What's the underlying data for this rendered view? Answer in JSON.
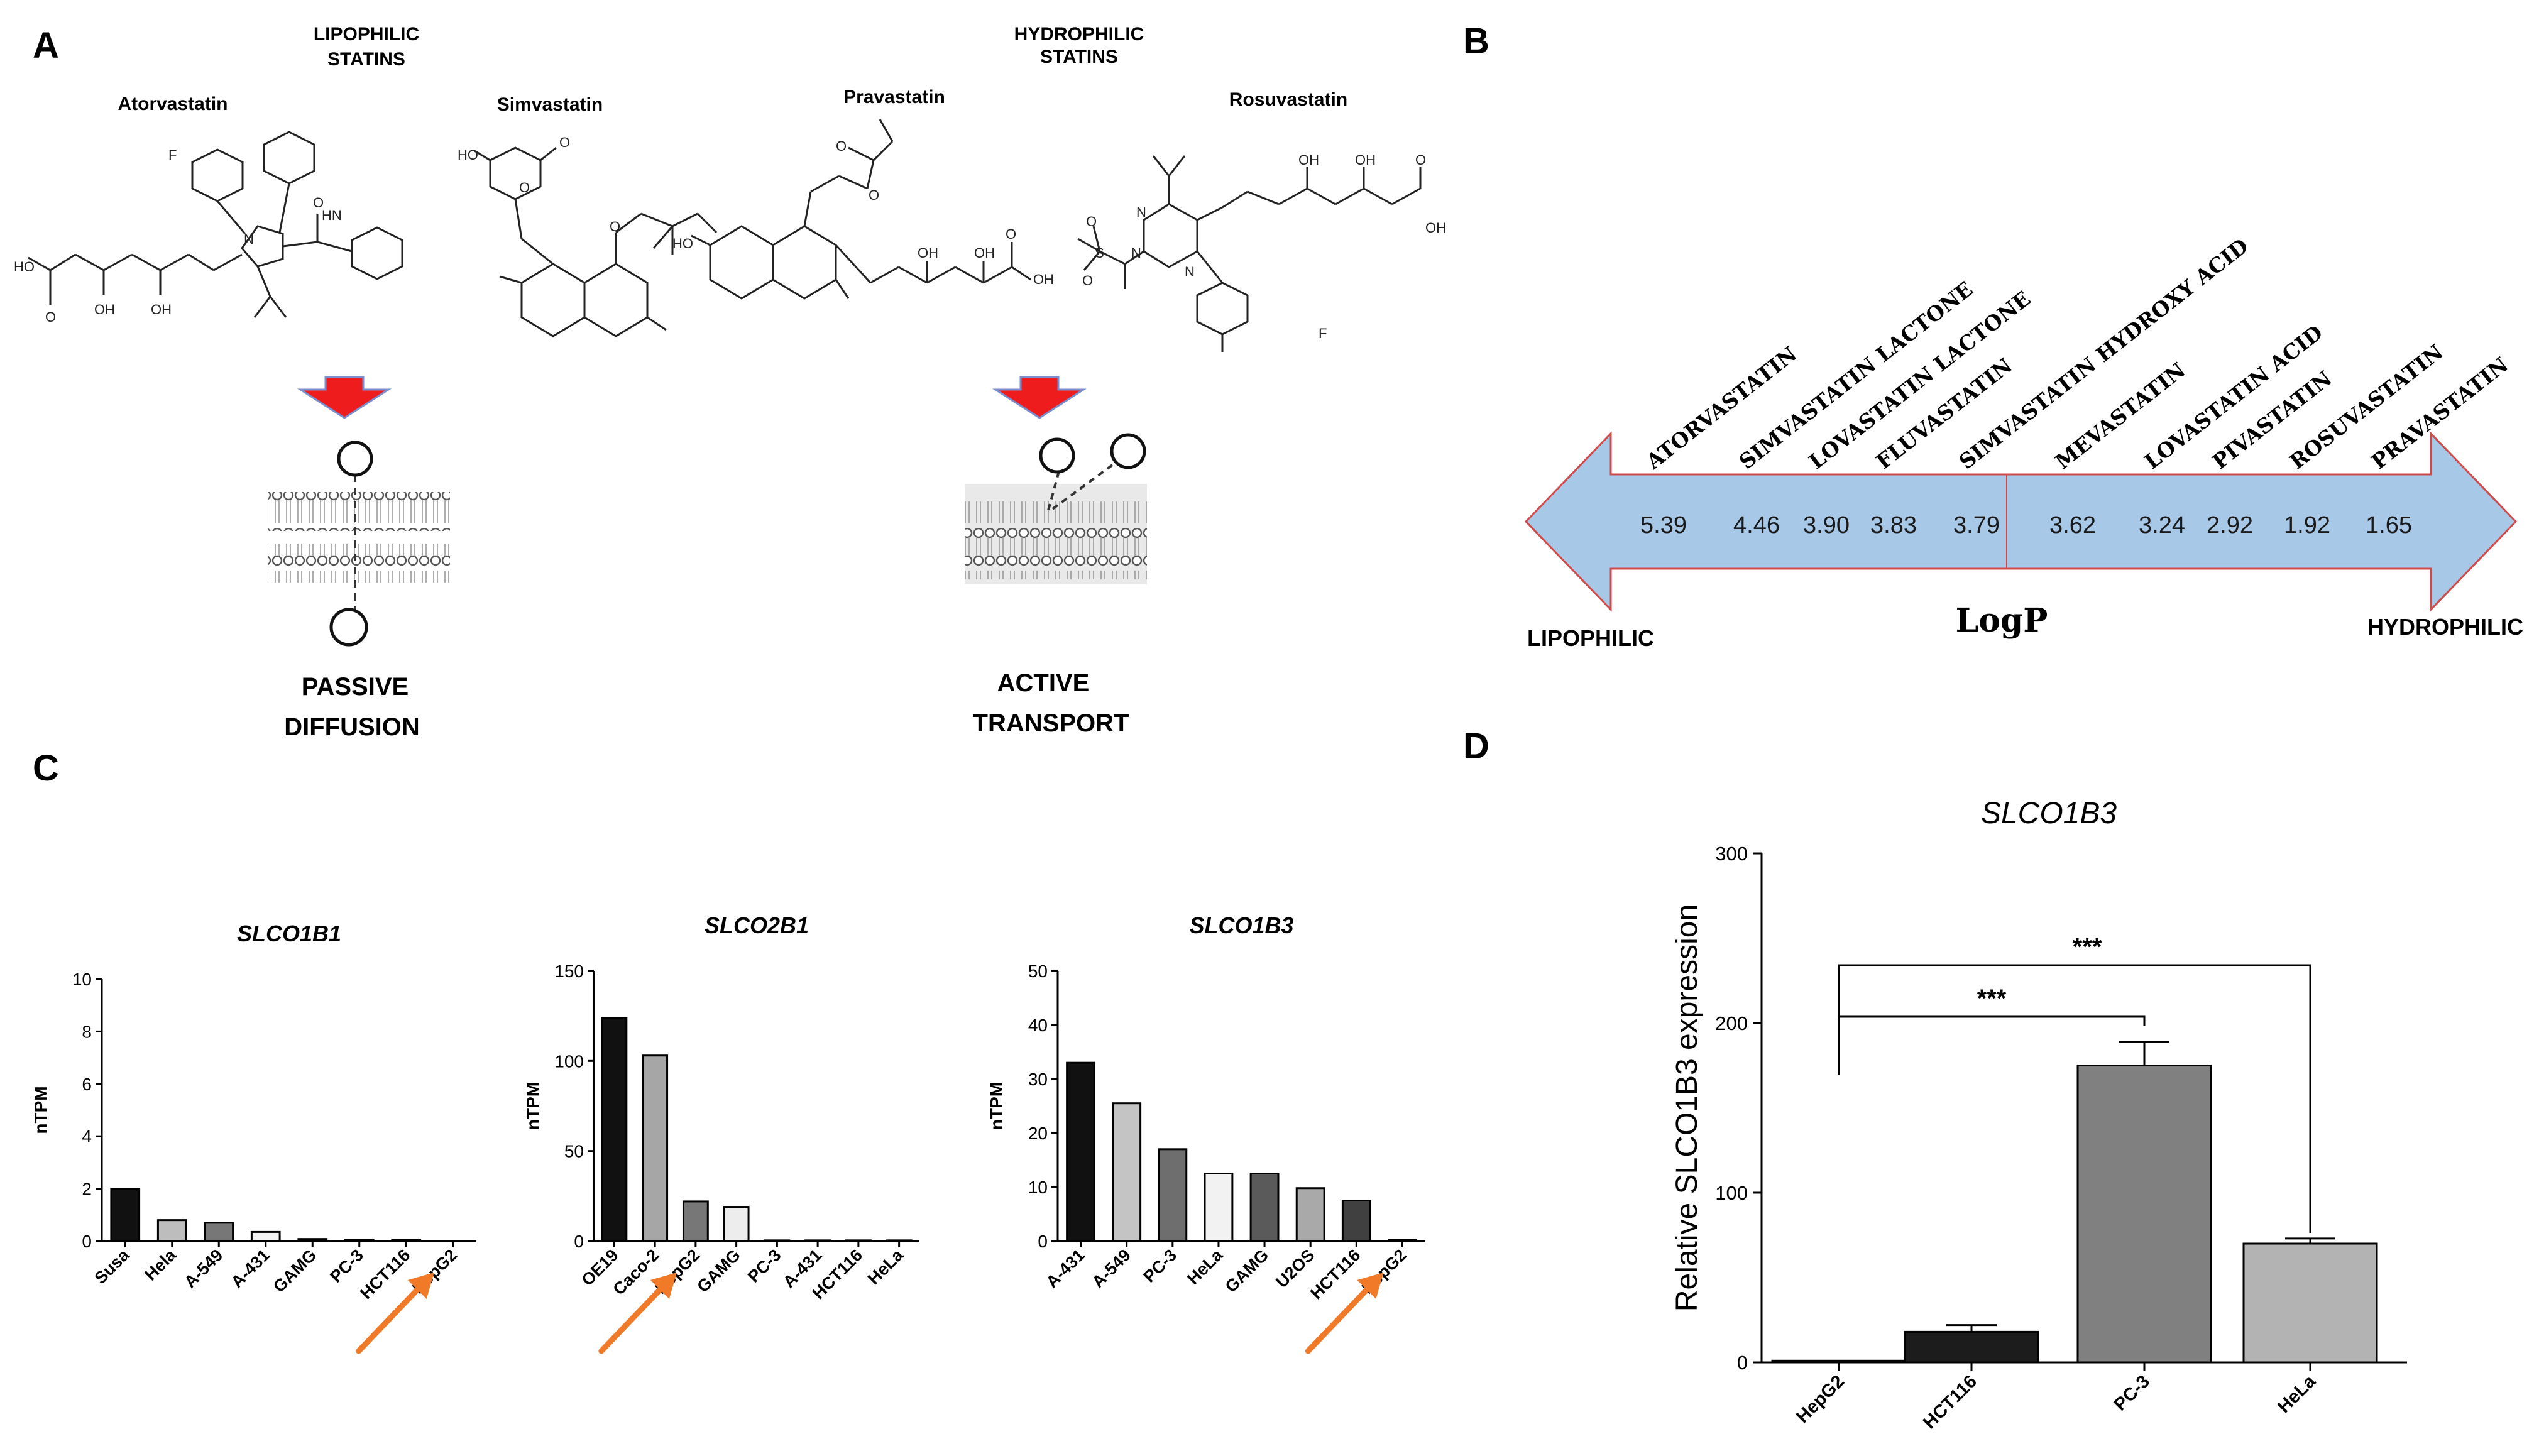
{
  "panels": {
    "a": "A",
    "b": "B",
    "c": "C",
    "d": "D"
  },
  "panel_a": {
    "lipophilic_header": [
      "LIPOPHILIC",
      "STATINS"
    ],
    "hydrophilic_header": [
      "HYDROPHILIC",
      "STATINS"
    ],
    "molecules": [
      {
        "name": "Atorvastatin"
      },
      {
        "name": "Simvastatin"
      },
      {
        "name": "Pravastatin"
      },
      {
        "name": "Rosuvastatin"
      }
    ],
    "atom_labels": {
      "atorva": [
        "F",
        "HN",
        "HO",
        "O",
        "OH",
        "OH",
        "N",
        "O"
      ],
      "simva": [
        "HO",
        "O",
        "O",
        "O"
      ],
      "prava": [
        "O",
        "O",
        "HO",
        "OH",
        "OH",
        "OH",
        "O"
      ],
      "rosuva": [
        "OH",
        "OH",
        "OH",
        "O",
        "N",
        "N",
        "N",
        "O",
        "S",
        "O",
        "F"
      ]
    },
    "mechanisms": [
      {
        "line1": "PASSIVE",
        "line2": "DIFFUSION"
      },
      {
        "line1": "ACTIVE",
        "line2": "TRANSPORT"
      }
    ],
    "arrow_color": "#ee1c1c"
  },
  "panel_b": {
    "axis_label": "LogP",
    "left_label": "LIPOPHILIC",
    "right_label": "HYDROPHILIC",
    "arrow_fill": "#a8c8e8",
    "arrow_stroke": "#d04a4a",
    "items": [
      {
        "name": "ATORVASTATIN",
        "logp": "5.39"
      },
      {
        "name": "SIMVASTATIN LACTONE",
        "logp": "4.46"
      },
      {
        "name": "LOVASTATIN LACTONE",
        "logp": "3.90"
      },
      {
        "name": "FLUVASTATIN",
        "logp": "3.83"
      },
      {
        "name": "SIMVASTATIN HYDROXY ACID",
        "logp": "3.79"
      },
      {
        "name": "MEVASTATIN",
        "logp": "3.62"
      },
      {
        "name": "LOVASTATIN ACID",
        "logp": "3.24"
      },
      {
        "name": "PIVASTATIN",
        "logp": "2.92"
      },
      {
        "name": "ROSUVASTATIN",
        "logp": "1.92"
      },
      {
        "name": "PRAVASTATIN",
        "logp": "1.65"
      }
    ]
  },
  "chart_data": [
    {
      "type": "bar",
      "title": "SLCO1B1",
      "ylabel": "nTPM",
      "xlabel": "",
      "ylim": [
        0,
        10
      ],
      "yticks": [
        0,
        2,
        4,
        6,
        8,
        10
      ],
      "categories": [
        "Susa",
        "Hela",
        "A-549",
        "A-431",
        "GAMG",
        "PC-3",
        "HCT116",
        "HepG2"
      ],
      "values": [
        2.0,
        0.8,
        0.7,
        0.35,
        0.08,
        0.05,
        0.05,
        0.0
      ],
      "colors": [
        "#111111",
        "#bdbdbd",
        "#777777",
        "#f2f2f2",
        "#555555",
        "#cccccc",
        "#333333",
        "#ffffff"
      ],
      "highlight_category": "HepG2",
      "highlight_color": "#f07a28"
    },
    {
      "type": "bar",
      "title": "SLCO2B1",
      "ylabel": "nTPM",
      "xlabel": "",
      "ylim": [
        0,
        150
      ],
      "yticks": [
        0,
        50,
        100,
        150
      ],
      "categories": [
        "OE19",
        "Caco-2",
        "HepG2",
        "GAMG",
        "PC-3",
        "A-431",
        "HCT116",
        "HeLa"
      ],
      "values": [
        124,
        103,
        22,
        19,
        0.4,
        0.4,
        0.4,
        0.4
      ],
      "colors": [
        "#111111",
        "#a6a6a6",
        "#777777",
        "#ededed",
        "#555555",
        "#cccccc",
        "#333333",
        "#ffffff"
      ],
      "highlight_category": "HepG2",
      "highlight_color": "#f07a28"
    },
    {
      "type": "bar",
      "title": "SLCO1B3",
      "ylabel": "nTPM",
      "xlabel": "",
      "ylim": [
        0,
        50
      ],
      "yticks": [
        0,
        10,
        20,
        30,
        40,
        50
      ],
      "categories": [
        "A-431",
        "A-549",
        "PC-3",
        "HeLa",
        "GAMG",
        "U2OS",
        "HCT116",
        "HepG2"
      ],
      "values": [
        33,
        25.5,
        17,
        12.5,
        12.5,
        9.8,
        7.5,
        0.2
      ],
      "colors": [
        "#111111",
        "#c4c4c4",
        "#6e6e6e",
        "#f2f2f2",
        "#5a5a5a",
        "#a9a9a9",
        "#404040",
        "#ffffff"
      ],
      "highlight_category": "HepG2",
      "highlight_color": "#f07a28"
    },
    {
      "type": "bar",
      "title": "SLCO1B3",
      "ylabel": "Relative SLCO1B3 expression",
      "xlabel": "",
      "ylim": [
        0,
        300
      ],
      "yticks": [
        0,
        100,
        200,
        300
      ],
      "categories": [
        "HepG2",
        "HCT116",
        "PC-3",
        "HeLa"
      ],
      "values": [
        1,
        18,
        175,
        70
      ],
      "errors": [
        0,
        4,
        14,
        3
      ],
      "colors": [
        "#ffffff",
        "#1c1c1c",
        "#808080",
        "#b3b3b3"
      ],
      "significance": [
        {
          "from": "HepG2",
          "to": "PC-3",
          "label": "***"
        },
        {
          "from": "HepG2",
          "to": "HeLa",
          "label": "***"
        }
      ]
    }
  ]
}
